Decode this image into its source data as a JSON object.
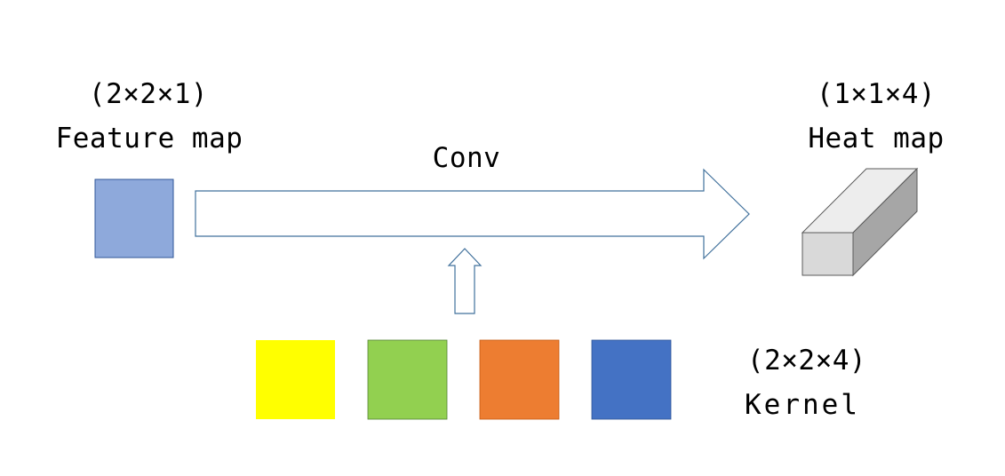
{
  "feature_map": {
    "dims": "(2×2×1)",
    "label": "Feature map",
    "color": "#8EA9DB"
  },
  "conv": {
    "label": "Conv"
  },
  "heat_map": {
    "dims": "(1×1×4)",
    "label": "Heat map",
    "front_color": "#D9D9D9",
    "top_color": "#EDEDED",
    "side_color": "#A6A6A6"
  },
  "kernel": {
    "dims": "(2×2×4)",
    "label": "Kernel",
    "colors": [
      "#FFFF00",
      "#92D050",
      "#ED7D31",
      "#4472C4"
    ]
  },
  "arrow_outline_color": "#41719C"
}
